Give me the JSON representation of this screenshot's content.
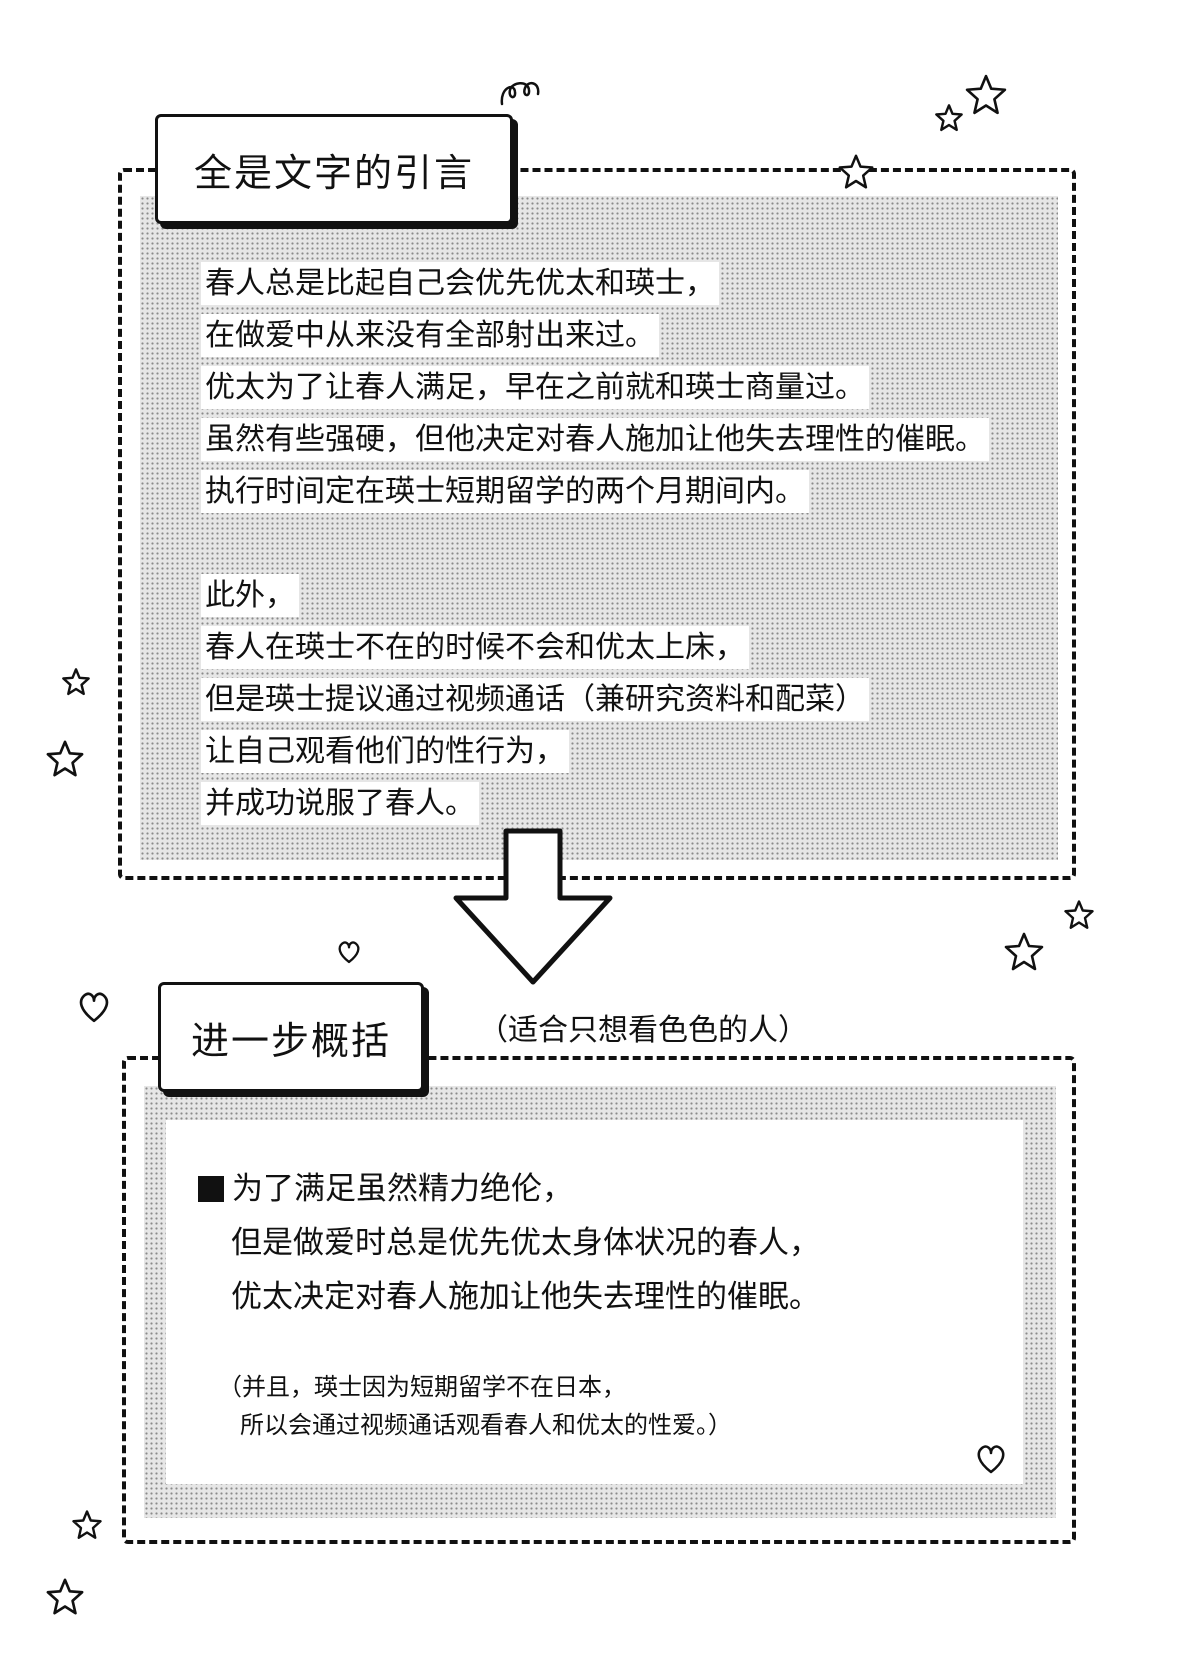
{
  "quote_section": {
    "title": "全是文字的引言",
    "lines": [
      "春人总是比起自己会优先优太和瑛士，",
      "在做爱中从来没有全部射出来过。",
      "优太为了让春人满足，早在之前就和瑛士商量过。",
      "虽然有些强硬，但他决定对春人施加让他失去理性的催眠。",
      "执行时间定在瑛士短期留学的两个月期间内。",
      "此外，",
      "春人在瑛士不在的时候不会和优太上床，",
      "但是瑛士提议通过视频通话（兼研究资料和配菜）",
      "让自己观看他们的性行为，",
      "并成功说服了春人。"
    ]
  },
  "summary_section": {
    "title": "进一步概括",
    "subtitle": "（适合只想看色色的人）",
    "main_lines": [
      "为了满足虽然精力绝伦，",
      "但是做爱时总是优先优太身体状况的春人，",
      "优太决定对春人施加让他失去理性的催眠。"
    ],
    "note_lines": [
      "（并且，瑛士因为短期留学不在日本，",
      "所以会通过视频通话观看春人和优太的性爱。）"
    ]
  },
  "decorations": {
    "icons": [
      "arrow-down-icon",
      "star-icon",
      "heart-icon",
      "swirl-icon"
    ],
    "colors": {
      "ink": "#111111",
      "paper": "#ffffff",
      "screentone": "#8a8a8a"
    }
  }
}
